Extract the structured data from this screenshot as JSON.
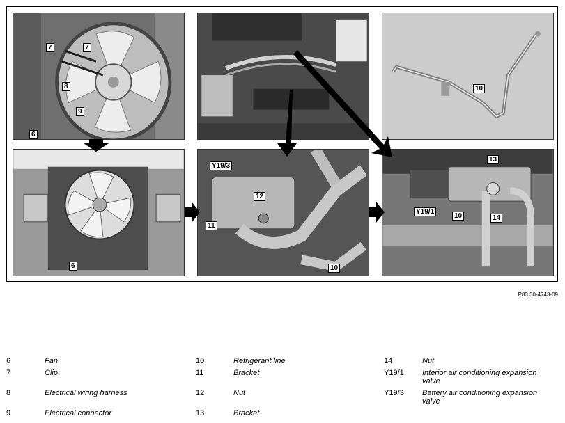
{
  "figure": {
    "id": "P83.30-4743-09",
    "callouts": {
      "p1": [
        "7",
        "7",
        "8",
        "9",
        "6"
      ],
      "p3": [
        "10"
      ],
      "p4": [
        "6"
      ],
      "p5": [
        "Y19/3",
        "12",
        "11",
        "10"
      ],
      "p6": [
        "13",
        "Y19/1",
        "10",
        "14"
      ]
    }
  },
  "legend": [
    {
      "key": "6",
      "desc": "Fan"
    },
    {
      "key": "7",
      "desc": "Clip"
    },
    {
      "key": "8",
      "desc": "Electrical wiring harness"
    },
    {
      "key": "9",
      "desc": "Electrical connector"
    },
    {
      "key": "10",
      "desc": "Refrigerant line"
    },
    {
      "key": "11",
      "desc": "Bracket"
    },
    {
      "key": "12",
      "desc": "Nut"
    },
    {
      "key": "13",
      "desc": "Bracket"
    },
    {
      "key": "14",
      "desc": "Nut"
    },
    {
      "key": "Y19/1",
      "desc": "Interior air conditioning expansion valve"
    },
    {
      "key": "Y19/3",
      "desc": "Battery air conditioning expansion valve"
    }
  ]
}
